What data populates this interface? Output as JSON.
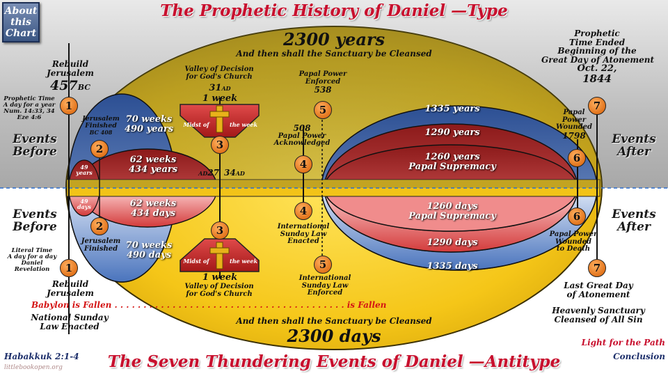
{
  "titles": {
    "top": "The Prophetic History of Daniel —Type",
    "bottom": "The Seven Thundering Events of Daniel —Antitype"
  },
  "about_button": [
    "About",
    "this",
    "Chart"
  ],
  "upper": {
    "period": "2300 years",
    "period_sub": "And then shall the Sanctuary be Cleansed",
    "rebuild": [
      "Rebuild",
      "Jerusalem"
    ],
    "year_457": "457",
    "bc": "BC",
    "prophetic_time": [
      "Prophetic Time",
      "A day for a year",
      "Num. 14:33, 34",
      "Eze 4:6"
    ],
    "events_before": [
      "Events",
      "Before"
    ],
    "events_after": [
      "Events",
      "After"
    ],
    "jerusalem_finished": [
      "Jerusalem",
      "Finished",
      "BC 408"
    ],
    "weeks70": [
      "70 weeks",
      "490 years"
    ],
    "weeks62": [
      "62 weeks",
      "434 years"
    ],
    "years49": [
      "49",
      "years"
    ],
    "valley": [
      "Valley of Decision",
      "for God's Church"
    ],
    "ad31": "31",
    "ad": "AD",
    "one_week": "1 week",
    "midst_left": "Midst of",
    "midst_right": "the week",
    "ad27_ad": "AD",
    "ad27_num": "27",
    "ad34_num": "34",
    "ad34_ad": "AD",
    "papal_enforced": [
      "Papal Power",
      "Enforced",
      "538"
    ],
    "papal_ack": [
      "508",
      "Papal Power",
      "Acknowledged"
    ],
    "b1335": "1335 years",
    "b1290": "1290 years",
    "b1260": [
      "1260 years",
      "Papal Supremacy"
    ],
    "papal_wounded": [
      "Papal",
      "Power",
      "Wounded",
      "1798"
    ],
    "prophetic_ended": [
      "Prophetic",
      "Time Ended",
      "Beginning of the",
      "Great Day of Atonement",
      "Oct. 22,",
      "1844"
    ]
  },
  "lower": {
    "period": "2300 days",
    "period_sub": "And then shall the Sanctuary be Cleansed",
    "events_before": [
      "Events",
      "Before"
    ],
    "events_after": [
      "Events",
      "After"
    ],
    "literal_time": [
      "Literal Time",
      "A day for a day",
      "Daniel",
      "Revelation"
    ],
    "days49": [
      "49",
      "days"
    ],
    "weeks62": [
      "62 weeks",
      "434 days"
    ],
    "weeks70": [
      "70 weeks",
      "490 days"
    ],
    "jerusalem_finished": [
      "Jerusalem",
      "Finished"
    ],
    "one_week": "1 week",
    "valley": [
      "Valley of Decision",
      "for God's Church"
    ],
    "midst_left": "Midst of",
    "midst_right": "the week",
    "intl_enacted": [
      "International",
      "Sunday Law",
      "Enacted"
    ],
    "intl_enforced": [
      "International",
      "Sunday Law",
      "Enforced"
    ],
    "b1260": [
      "1260 days",
      "Papal Supremacy"
    ],
    "b1290": "1290 days",
    "b1335": "1335 days",
    "papal_wounded": [
      "Papal Power",
      "Wounded",
      "to Death"
    ],
    "rebuild": [
      "Rebuild",
      "Jerusalem"
    ],
    "babylon": "Babylon is Fallen . . . . . . . . . . . . . . . . . . . . . . . . . . . . . . . . . . . . . . . . is Fallen",
    "national": [
      "National Sunday",
      "Law Enacted"
    ],
    "last_day": [
      "Last Great Day",
      "of Atonement"
    ],
    "heavenly": [
      "Heavenly Sanctuary",
      "Cleansed of All Sin"
    ]
  },
  "markers": [
    "1",
    "2",
    "3",
    "4",
    "5",
    "6",
    "7"
  ],
  "footer": {
    "ref": "Habakkuk 2:1-4",
    "site": "littlebookopen.org",
    "light": "Light for the Path",
    "conclusion": "Conclusion"
  },
  "colors": {
    "title_red": "#c8102e",
    "gold": "#f2c318",
    "blue": "#3c68b2",
    "red": "#cc2b2b",
    "orange": "#e2741c",
    "badge_blue": "#3b5683"
  }
}
